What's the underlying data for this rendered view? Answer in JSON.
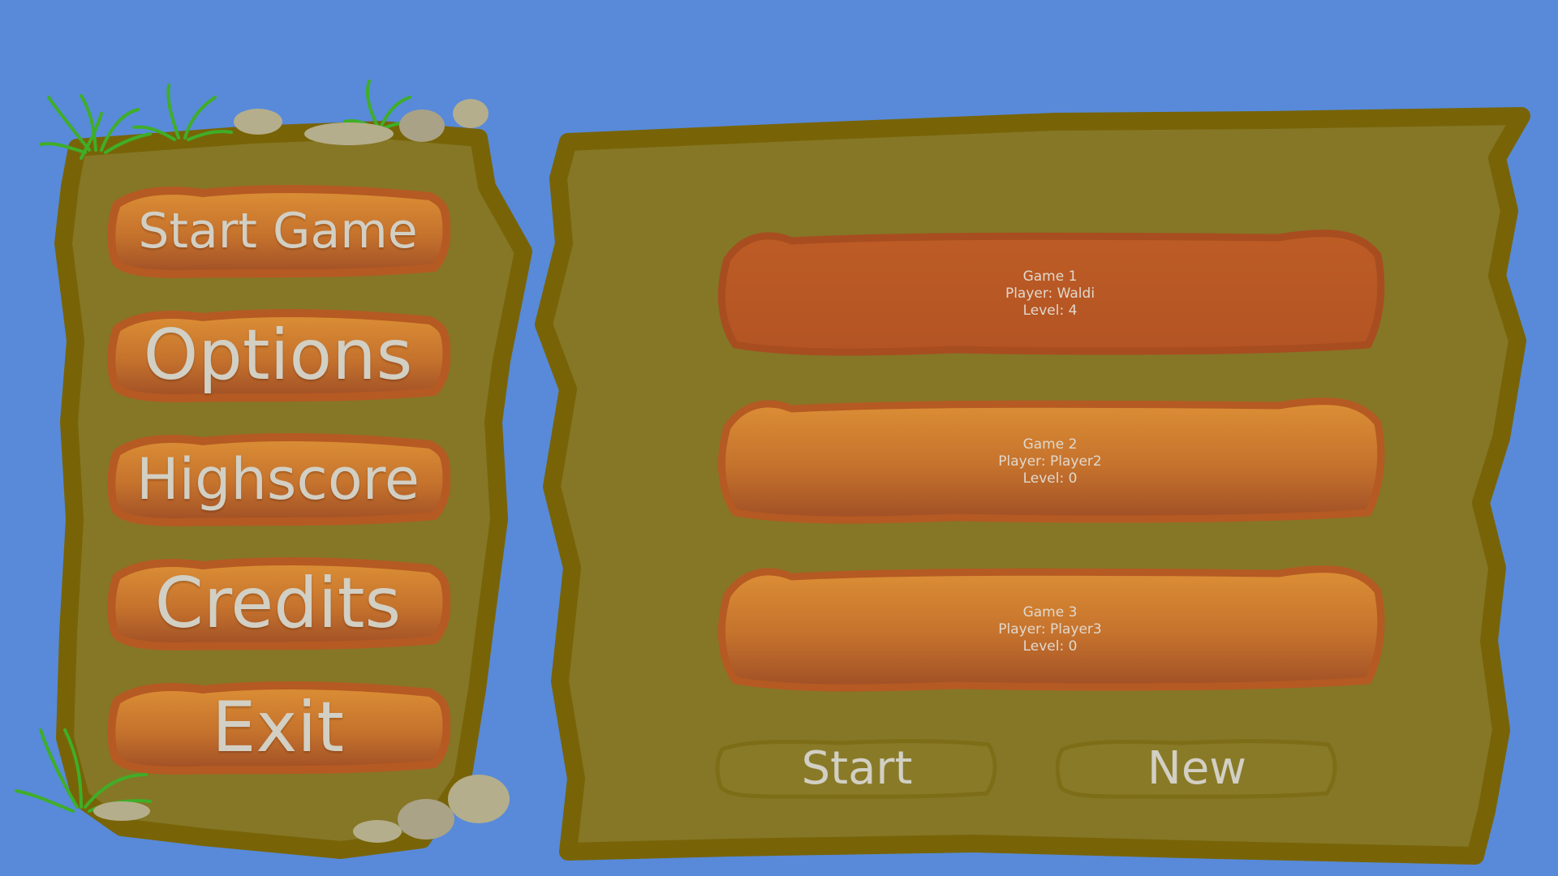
{
  "colors": {
    "sky": "#588ad9",
    "panel_fill": "#857726",
    "panel_border": "#786407",
    "button_top": "#d98a35",
    "button_bottom": "#a45426",
    "button_border": "#b55a22",
    "selected_slot": "#ba5a25",
    "label_text": "#d2cfc4"
  },
  "menu": {
    "items": [
      {
        "label": "Start Game",
        "icon": "none"
      },
      {
        "label": "Options"
      },
      {
        "label": "Highscore"
      },
      {
        "label": "Credits"
      },
      {
        "label": "Exit"
      }
    ]
  },
  "save_slots": [
    {
      "title": "Game 1",
      "player": "Player: Waldi",
      "level": "Level: 4",
      "selected": true
    },
    {
      "title": "Game 2",
      "player": "Player: Player2",
      "level": "Level: 0",
      "selected": false
    },
    {
      "title": "Game 3",
      "player": "Player: Player3",
      "level": "Level: 0",
      "selected": false
    }
  ],
  "actions": {
    "start_label": "Start",
    "new_label": "New"
  },
  "decorations": [
    "grass-tuft",
    "stone"
  ]
}
